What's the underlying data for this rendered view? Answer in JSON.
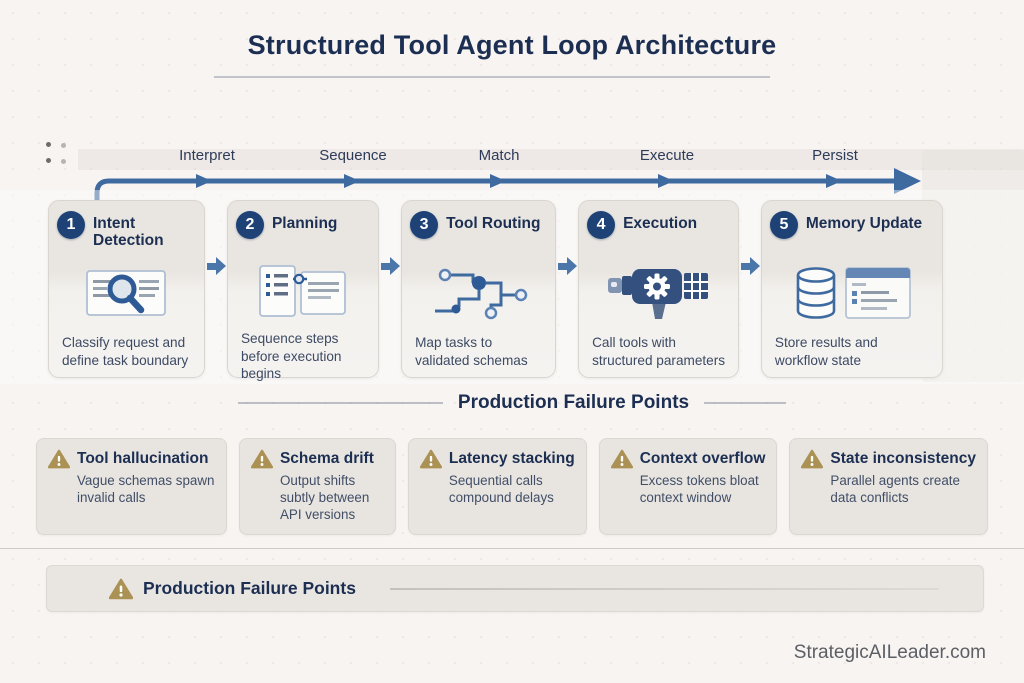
{
  "page": {
    "title": "Structured Tool Agent Loop Architecture",
    "watermark": "StrategicAILeader.com"
  },
  "timeline": {
    "labels": [
      "Interpret",
      "Sequence",
      "Match",
      "Execute",
      "Persist"
    ]
  },
  "steps": [
    {
      "number": "1",
      "title": "Intent Detection",
      "description": "Classify request and define task boundary",
      "icon": "document-search-icon"
    },
    {
      "number": "2",
      "title": "Planning",
      "description": "Sequence steps before execution begins",
      "icon": "checklist-notes-icon"
    },
    {
      "number": "3",
      "title": "Tool Routing",
      "description": "Map tasks to validated schemas",
      "icon": "network-nodes-icon"
    },
    {
      "number": "4",
      "title": "Execution",
      "description": "Call tools with structured parameters",
      "icon": "power-tool-gear-icon"
    },
    {
      "number": "5",
      "title": "Memory Update",
      "description": "Store results and workflow state",
      "icon": "database-window-icon"
    }
  ],
  "failures": {
    "heading": "Production Failure Points",
    "items": [
      {
        "title": "Tool hallucination",
        "description": "Vague schemas spawn invalid calls"
      },
      {
        "title": "Schema drift",
        "description": "Output shifts subtly between API versions"
      },
      {
        "title": "Latency stacking",
        "description": "Sequential calls compound delays"
      },
      {
        "title": "Context overflow",
        "description": "Excess tokens bloat context window"
      },
      {
        "title": "State inconsistency",
        "description": "Parallel agents create data conflicts"
      }
    ]
  },
  "banner": {
    "label": "Production Failure Points"
  },
  "colors": {
    "page_bg": "#f8f4f2",
    "navy_text": "#1c2f52",
    "timeline_blue": "#3e6aa0",
    "badge_navy": "#1f4276",
    "arrow_blue": "#4b76a9",
    "icon_navy": "#2e5a96",
    "card_bg_top": "#e9e6e1",
    "card_bg_bottom": "#f5f3f0",
    "failure_card_bg": "#e8e5e1",
    "warning_gold": "#ab9254",
    "watermark_gray": "#5c6065"
  }
}
